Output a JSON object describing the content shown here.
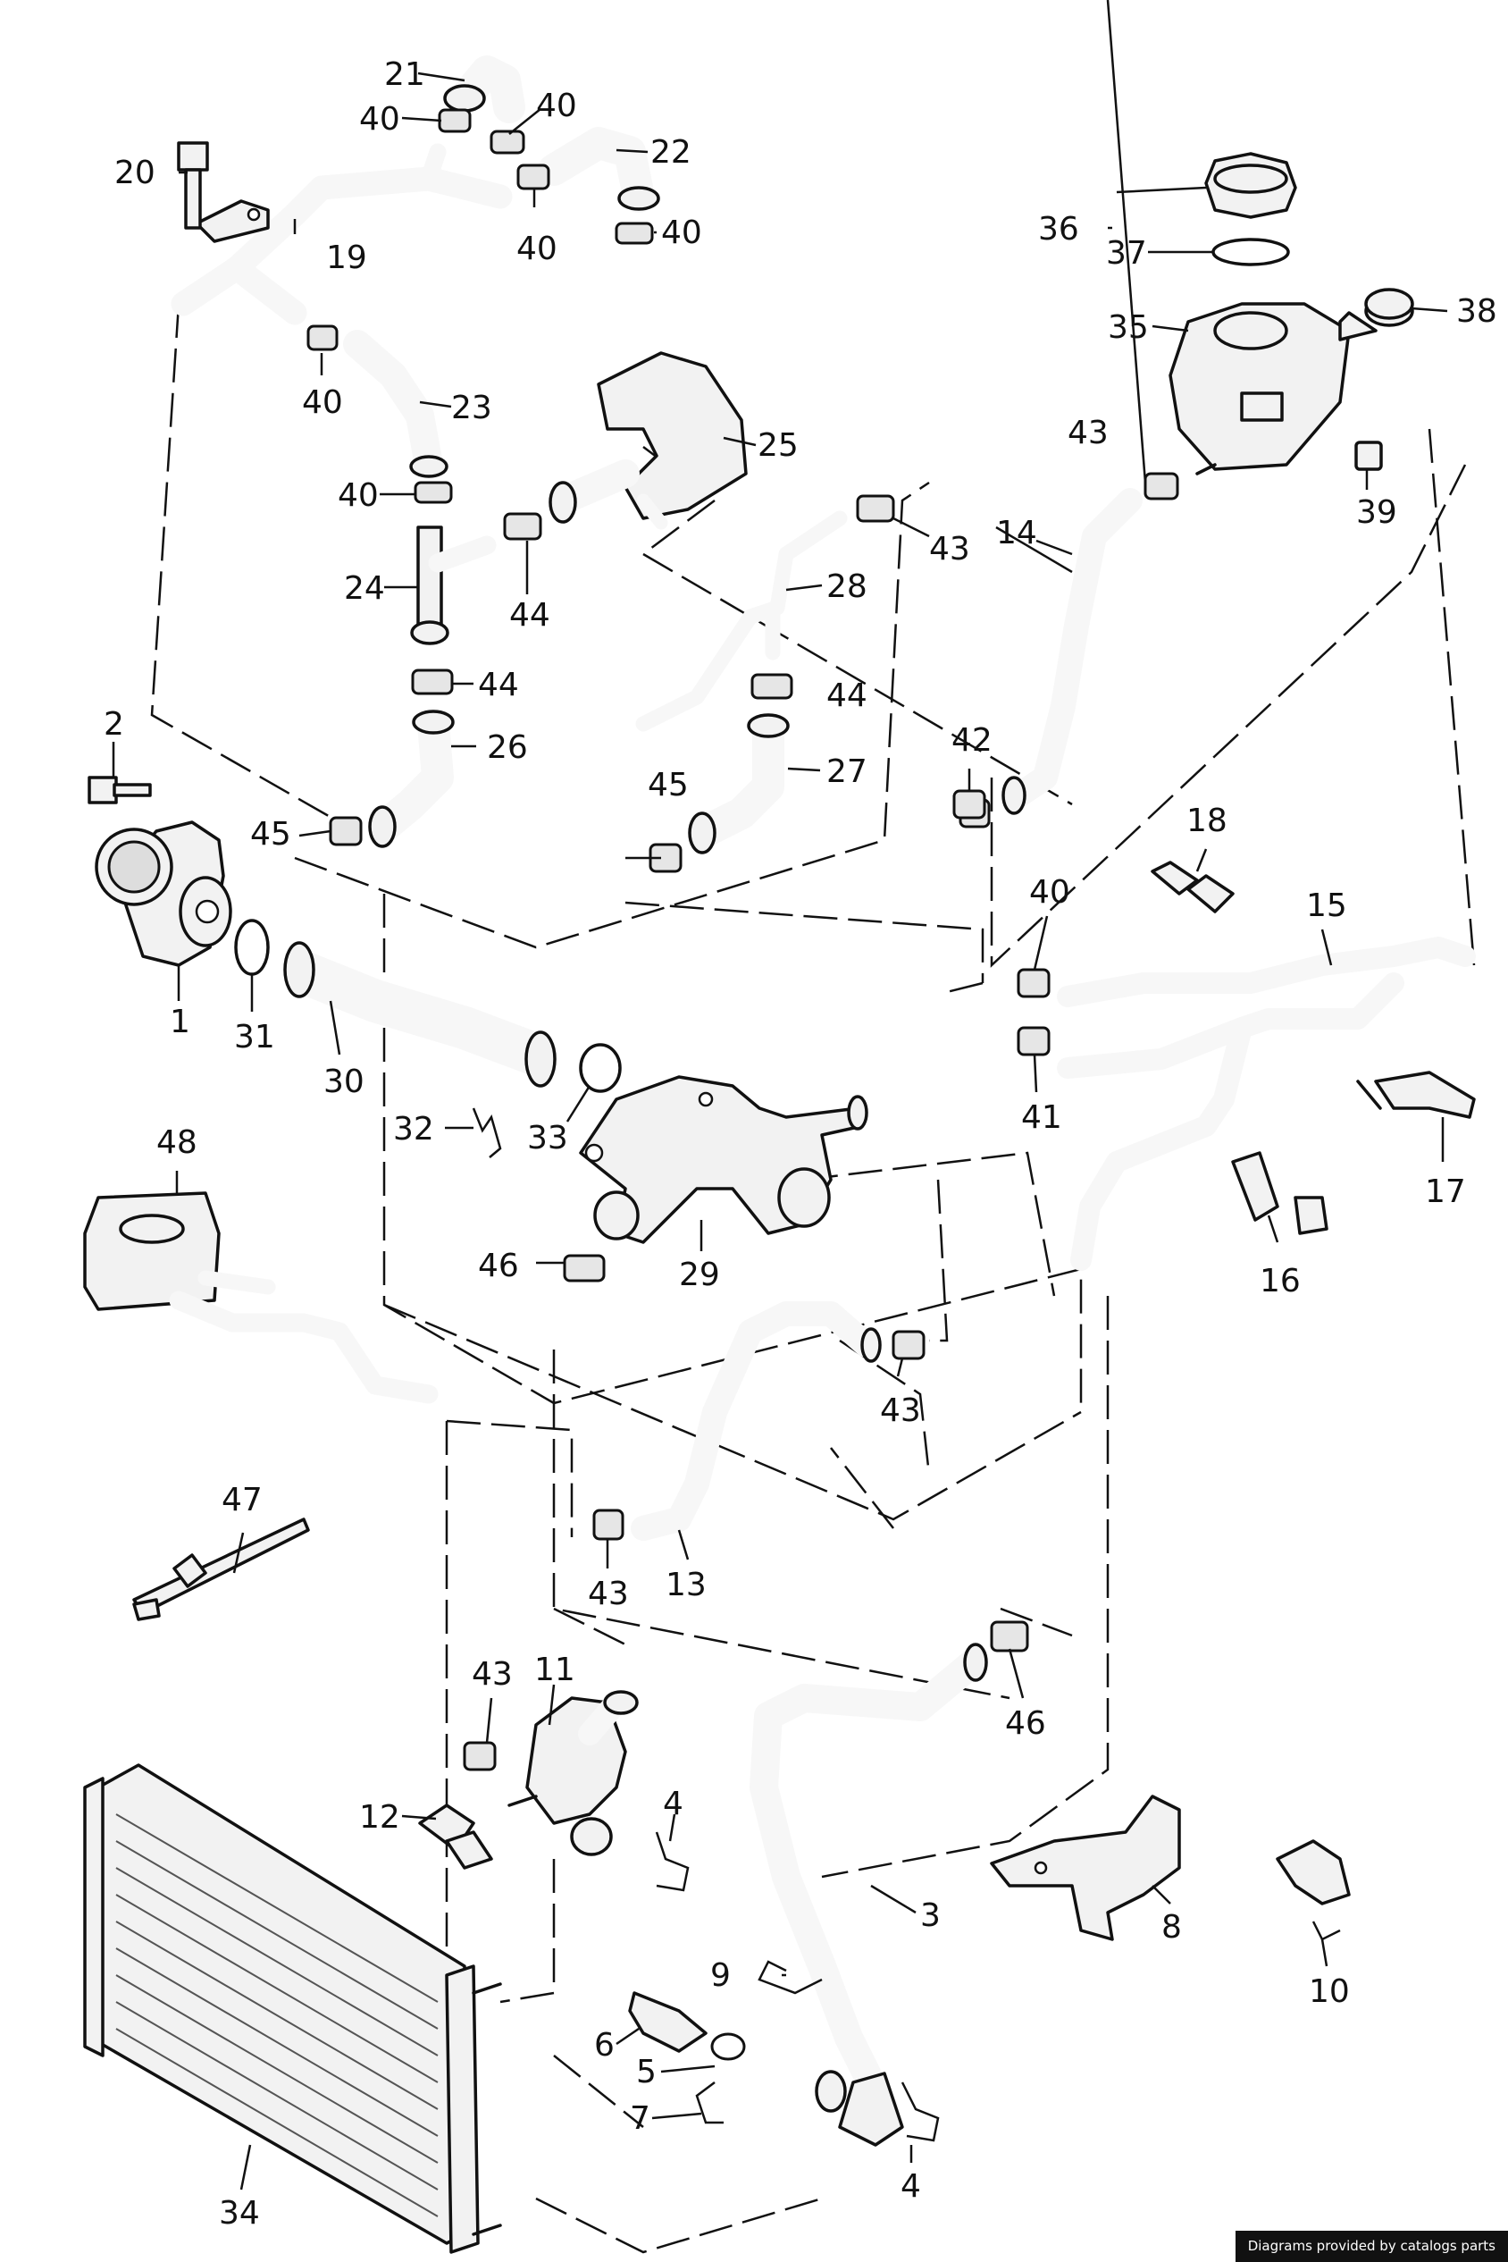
{
  "callouts": {
    "p1": "1",
    "p2": "2",
    "p3": "3",
    "p4a": "4",
    "p4b": "4",
    "p5": "5",
    "p6": "6",
    "p7": "7",
    "p8": "8",
    "p9": "9",
    "p10": "10",
    "p11": "11",
    "p12": "12",
    "p13": "13",
    "p14": "14",
    "p15": "15",
    "p16": "16",
    "p17": "17",
    "p18": "18",
    "p19": "19",
    "p20": "20",
    "p21": "21",
    "p22": "22",
    "p23": "23",
    "p24": "24",
    "p25": "25",
    "p26": "26",
    "p27": "27",
    "p28": "28",
    "p29": "29",
    "p30": "30",
    "p31": "31",
    "p32": "32",
    "p33": "33",
    "p34": "34",
    "p35": "35",
    "p36": "36",
    "p37": "37",
    "p38": "38",
    "p39": "39",
    "p40a": "40",
    "p40b": "40",
    "p40c": "40",
    "p40d": "40",
    "p40e": "40",
    "p40f": "40",
    "p40g": "40",
    "p41": "41",
    "p42": "42",
    "p43a": "43",
    "p43b": "43",
    "p43c": "43",
    "p43d": "43",
    "p43e": "43",
    "p44a": "44",
    "p44b": "44",
    "p44c": "44",
    "p45a": "45",
    "p45b": "45",
    "p46a": "46",
    "p46b": "46",
    "p47": "47",
    "p48": "48"
  },
  "credit": "Diagrams provided by catalogs parts"
}
